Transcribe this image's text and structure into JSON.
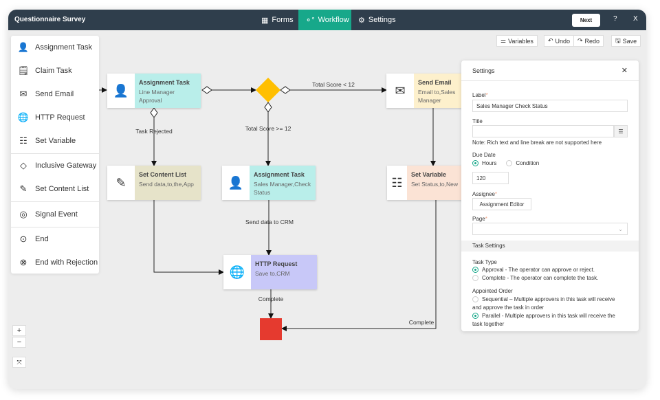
{
  "header": {
    "title": "Questionnaire Survey",
    "tabs": [
      {
        "label": "Forms",
        "icon": "grid-icon"
      },
      {
        "label": "Workflow",
        "icon": "workflow-icon",
        "active": true
      },
      {
        "label": "Settings",
        "icon": "gear-icon"
      }
    ],
    "next": "Next",
    "help": "?",
    "close": "X"
  },
  "toolbar": {
    "variables": "Variables",
    "undo": "Undo",
    "redo": "Redo",
    "save": "Save"
  },
  "palette": [
    "Assignment Task",
    "Claim Task",
    "Send Email",
    "HTTP Request",
    "Set Variable",
    "Inclusive Gateway",
    "Set Content List",
    "Signal Event",
    "End",
    "End with Rejection"
  ],
  "nodes": {
    "a1": {
      "title": "Assignment Task",
      "sub": "Line Manager Approval"
    },
    "email": {
      "title": "Send Email",
      "sub": "Email to,Sales Manager"
    },
    "content": {
      "title": "Set Content List",
      "sub": "Send data,to,the,App"
    },
    "a2": {
      "title": "Assignment Task",
      "sub": "Sales Manager,Check Status"
    },
    "setvar": {
      "title": "Set Variable",
      "sub": "Set Status,to,New"
    },
    "http": {
      "title": "HTTP Request",
      "sub": "Save to,CRM"
    }
  },
  "edges": {
    "lt12": "Total Score < 12",
    "ge12": "Total Score >= 12",
    "rejected": "Task Rejected",
    "crm": "Send data to CRM",
    "complete1": "Complete",
    "complete2": "Complete"
  },
  "colors": {
    "header": "#2f3e4c",
    "accent": "#17a88a",
    "gateway": "#ffbf00",
    "end": "#e53a2f"
  },
  "settings": {
    "title": "Settings",
    "label_label": "Label",
    "label_value": "Sales Manager Check Status",
    "title_label": "Title",
    "title_value": "",
    "note": "Note: Rich text and line break are not supported here",
    "due_label": "Due Date",
    "due_hours": "Hours",
    "due_condition": "Condition",
    "due_value": "120",
    "assignee_label": "Assignee",
    "assignee_button": "Assignment Editor",
    "page_label": "Page",
    "page_value": "",
    "task_settings": "Task Settings",
    "task_type": "Task Type",
    "approval": "Approval",
    "approval_desc": " - The operator can approve or reject.",
    "complete": "Complete",
    "complete_desc": " - The operator can complete the task.",
    "order": "Appointed Order",
    "sequential": "Sequential – Multiple approvers in this task will receive and approve the task in order",
    "parallel": "Parallel - Multiple approvers in this task will receive the task together"
  },
  "zoom": {
    "in": "+",
    "out": "−"
  }
}
